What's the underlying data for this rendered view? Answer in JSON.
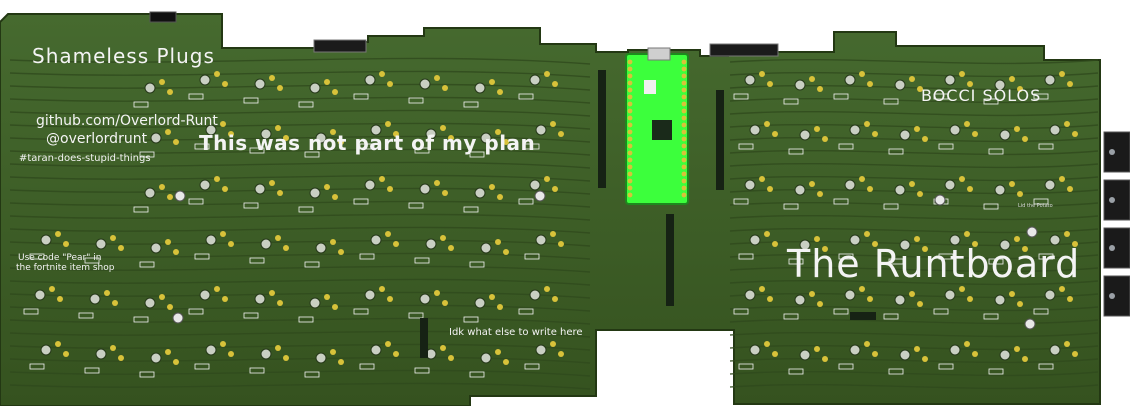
{
  "board": {
    "shameless_plugs": "Shameless Plugs",
    "github": "github.com/Overlord-Runt",
    "handle": "@overlordrunt",
    "hashtag": "#taran-does-stupid-things",
    "plan": "This was not part of my plan",
    "bocci": "BOCCI SOLOS",
    "runtboard": "The Runtboard",
    "code_line1": "Use code \"Pear\" in",
    "code_line2": "the fortnite item shop",
    "idk": "Idk what else to write here",
    "lid": "Lid the Potato"
  },
  "colors": {
    "background": "#ffffff",
    "board": "#3f5f2a",
    "trace": "#2f4a1d",
    "copper": "#4f7a34",
    "pad": "#d8c23a",
    "silk": "#f4f4f4",
    "mcu": "#3cff3c",
    "connector": "#1a1a1a",
    "hole": "#9aa0a6"
  }
}
